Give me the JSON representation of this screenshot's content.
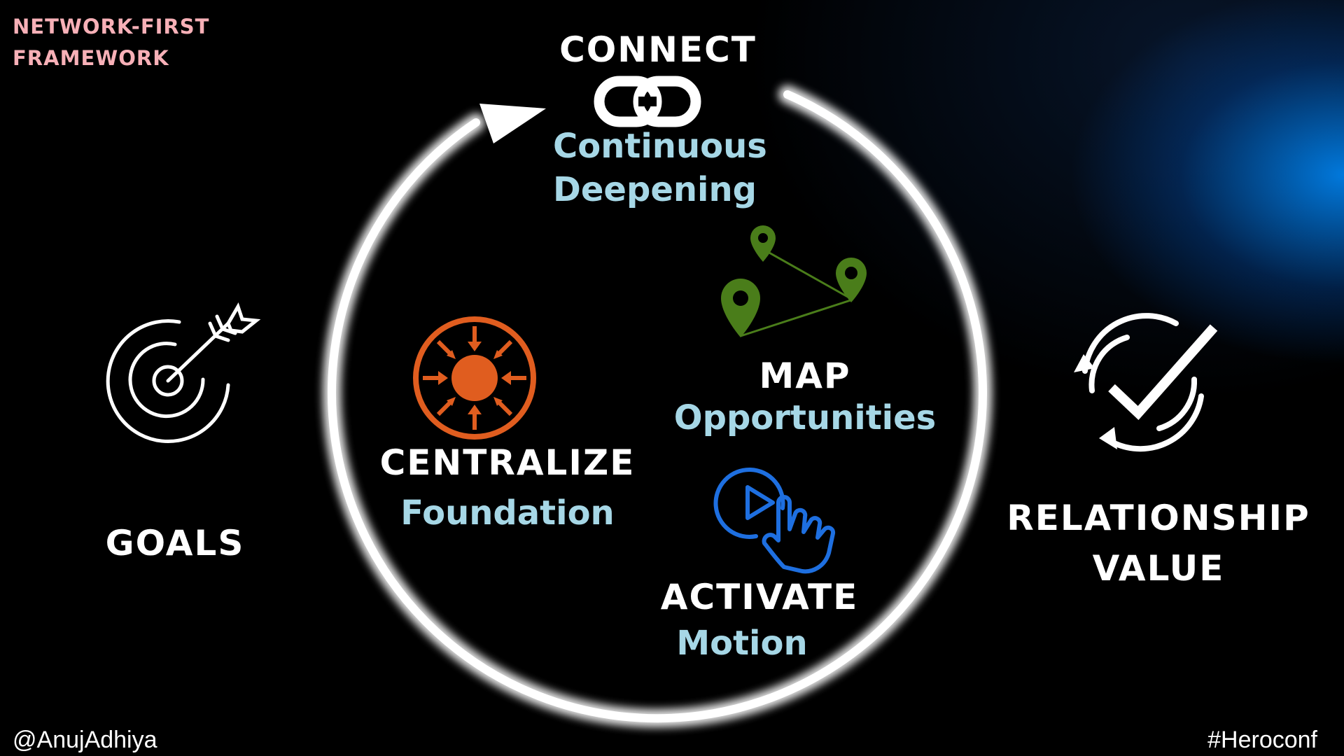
{
  "kicker": {
    "line1": "NETWORK-FIRST",
    "line2": "FRAMEWORK"
  },
  "goals": {
    "label": "GOALS",
    "icon": "target-arrow-icon"
  },
  "connect": {
    "title": "CONNECT",
    "sub1": "Continuous",
    "sub2": "Deepening",
    "icon": "chain-link-icon"
  },
  "centralize": {
    "title": "CENTRALIZE",
    "sub": "Foundation",
    "icon": "centralize-arrows-icon",
    "color": "#e05d1f"
  },
  "map": {
    "title": "MAP",
    "sub": "Opportunities",
    "icon": "map-pins-icon",
    "color": "#4a7d1a"
  },
  "activate": {
    "title": "ACTIVATE",
    "sub": "Motion",
    "icon": "play-click-icon",
    "color": "#1e6fe0"
  },
  "outcome": {
    "line1": "RELATIONSHIP",
    "line2": "VALUE",
    "icon": "cycle-check-icon"
  },
  "footer": {
    "handle": "@AnujAdhiya",
    "hashtag": "#Heroconf"
  },
  "colors": {
    "subtitle": "#a6d7e6",
    "kicker": "#f7b0b7",
    "background": "#000000",
    "glow": "#0a8cff"
  }
}
